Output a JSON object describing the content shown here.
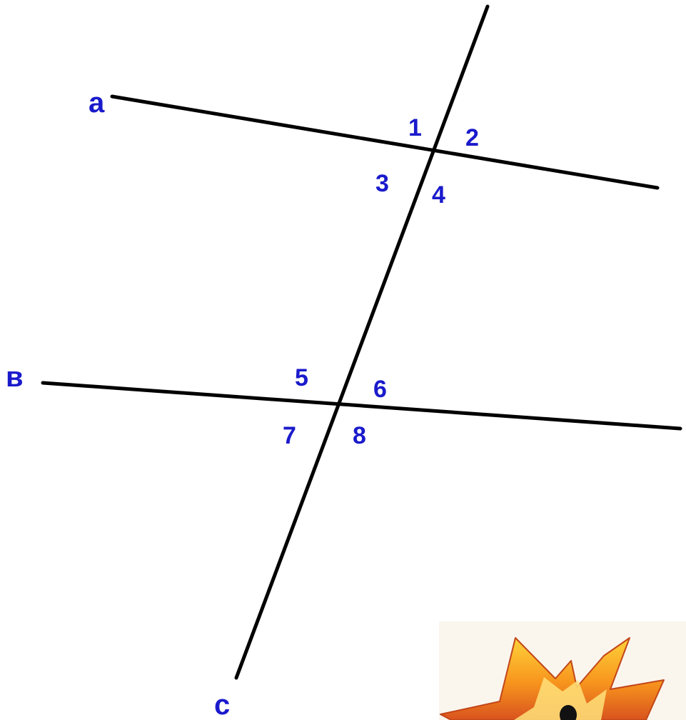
{
  "diagram": {
    "line_color": "#000000",
    "label_color": "#1a1acc",
    "lines": {
      "a": "а",
      "b": "в",
      "c": "с"
    },
    "angles": {
      "a1": "1",
      "a2": "2",
      "a3": "3",
      "a4": "4",
      "a5": "5",
      "a6": "6",
      "a7": "7",
      "a8": "8"
    },
    "decoration_icon": "explosion-star-icon"
  }
}
